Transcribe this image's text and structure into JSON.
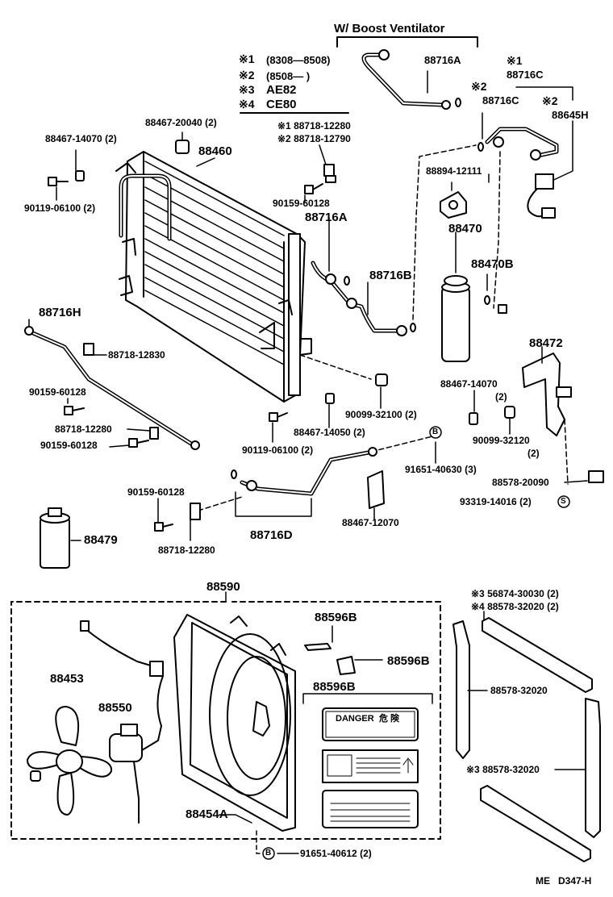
{
  "legend": {
    "title": "W/ Boost Ventilator",
    "notes": [
      {
        "mark": "※1",
        "text": "(8308—8508)"
      },
      {
        "mark": "※2",
        "text": "(8508—       )"
      },
      {
        "mark": "※3",
        "text": "AE82"
      },
      {
        "mark": "※4",
        "text": "CE80"
      }
    ]
  },
  "parts": {
    "p88716A_top": "88716A",
    "p_mark1": "※1",
    "p88716C_1": "88716C",
    "p_mark2a": "※2",
    "p88716C_2": "88716C",
    "p_mark2b": "※2",
    "p88645H": "88645H",
    "p88467_20040": "88467-20040 (2)",
    "p88467_14070a": "88467-14070 (2)",
    "p88460": "88460",
    "p88718_12280_mark1": "※1 88718-12280",
    "p88718_12790_mark2": "※2 88718-12790",
    "p88894": "88894-12111",
    "p90119_06100a": "90119-06100 (2)",
    "p90159_60128a": "90159-60128",
    "p88716A_mid": "88716A",
    "p88470": "88470",
    "p88470B": "88470B",
    "p88716B": "88716B",
    "p88716H": "88716H",
    "p88718_12830": "88718-12830",
    "p88472": "88472",
    "p90159_60128b": "90159-60128",
    "p88467_14070b": "88467-14070",
    "p88467_14070b_qty": "(2)",
    "p88718_12280a": "88718-12280",
    "p90099_32100": "90099-32100 (2)",
    "p88467_14050": "88467-14050 (2)",
    "p90159_60128c": "90159-60128",
    "p90119_06100b": "90119-06100 (2)",
    "p90099_32120": "90099-32120",
    "p90099_32120_qty": "(2)",
    "p91651_40630": "91651-40630 (3)",
    "p88578_20090": "88578-20090",
    "p90159_60128d": "90159-60128",
    "p93319_14016": "93319-14016 (2)",
    "p88467_12070": "88467-12070",
    "p88479": "88479",
    "p88718_12280b": "88718-12280",
    "p88716D": "88716D",
    "p88590": "88590",
    "p56874_mark3": "※3 56874-30030 (2)",
    "p88578_mark4": "※4 88578-32020 (2)",
    "p88596B_a": "88596B",
    "p88596B_b": "88596B",
    "p88596B_c": "88596B",
    "p88453": "88453",
    "p88550": "88550",
    "p88578_32020a": "88578-32020",
    "p88578_mark3b": "※3 88578-32020",
    "p88454A": "88454A",
    "p91651_40612": "91651-40612 (2)",
    "badge_B1": "B",
    "badge_S": "S",
    "badge_B2": "B",
    "footer": "ME   D347-H",
    "sticker_danger": "DANGER",
    "sticker_danger_jp": "危 険"
  }
}
